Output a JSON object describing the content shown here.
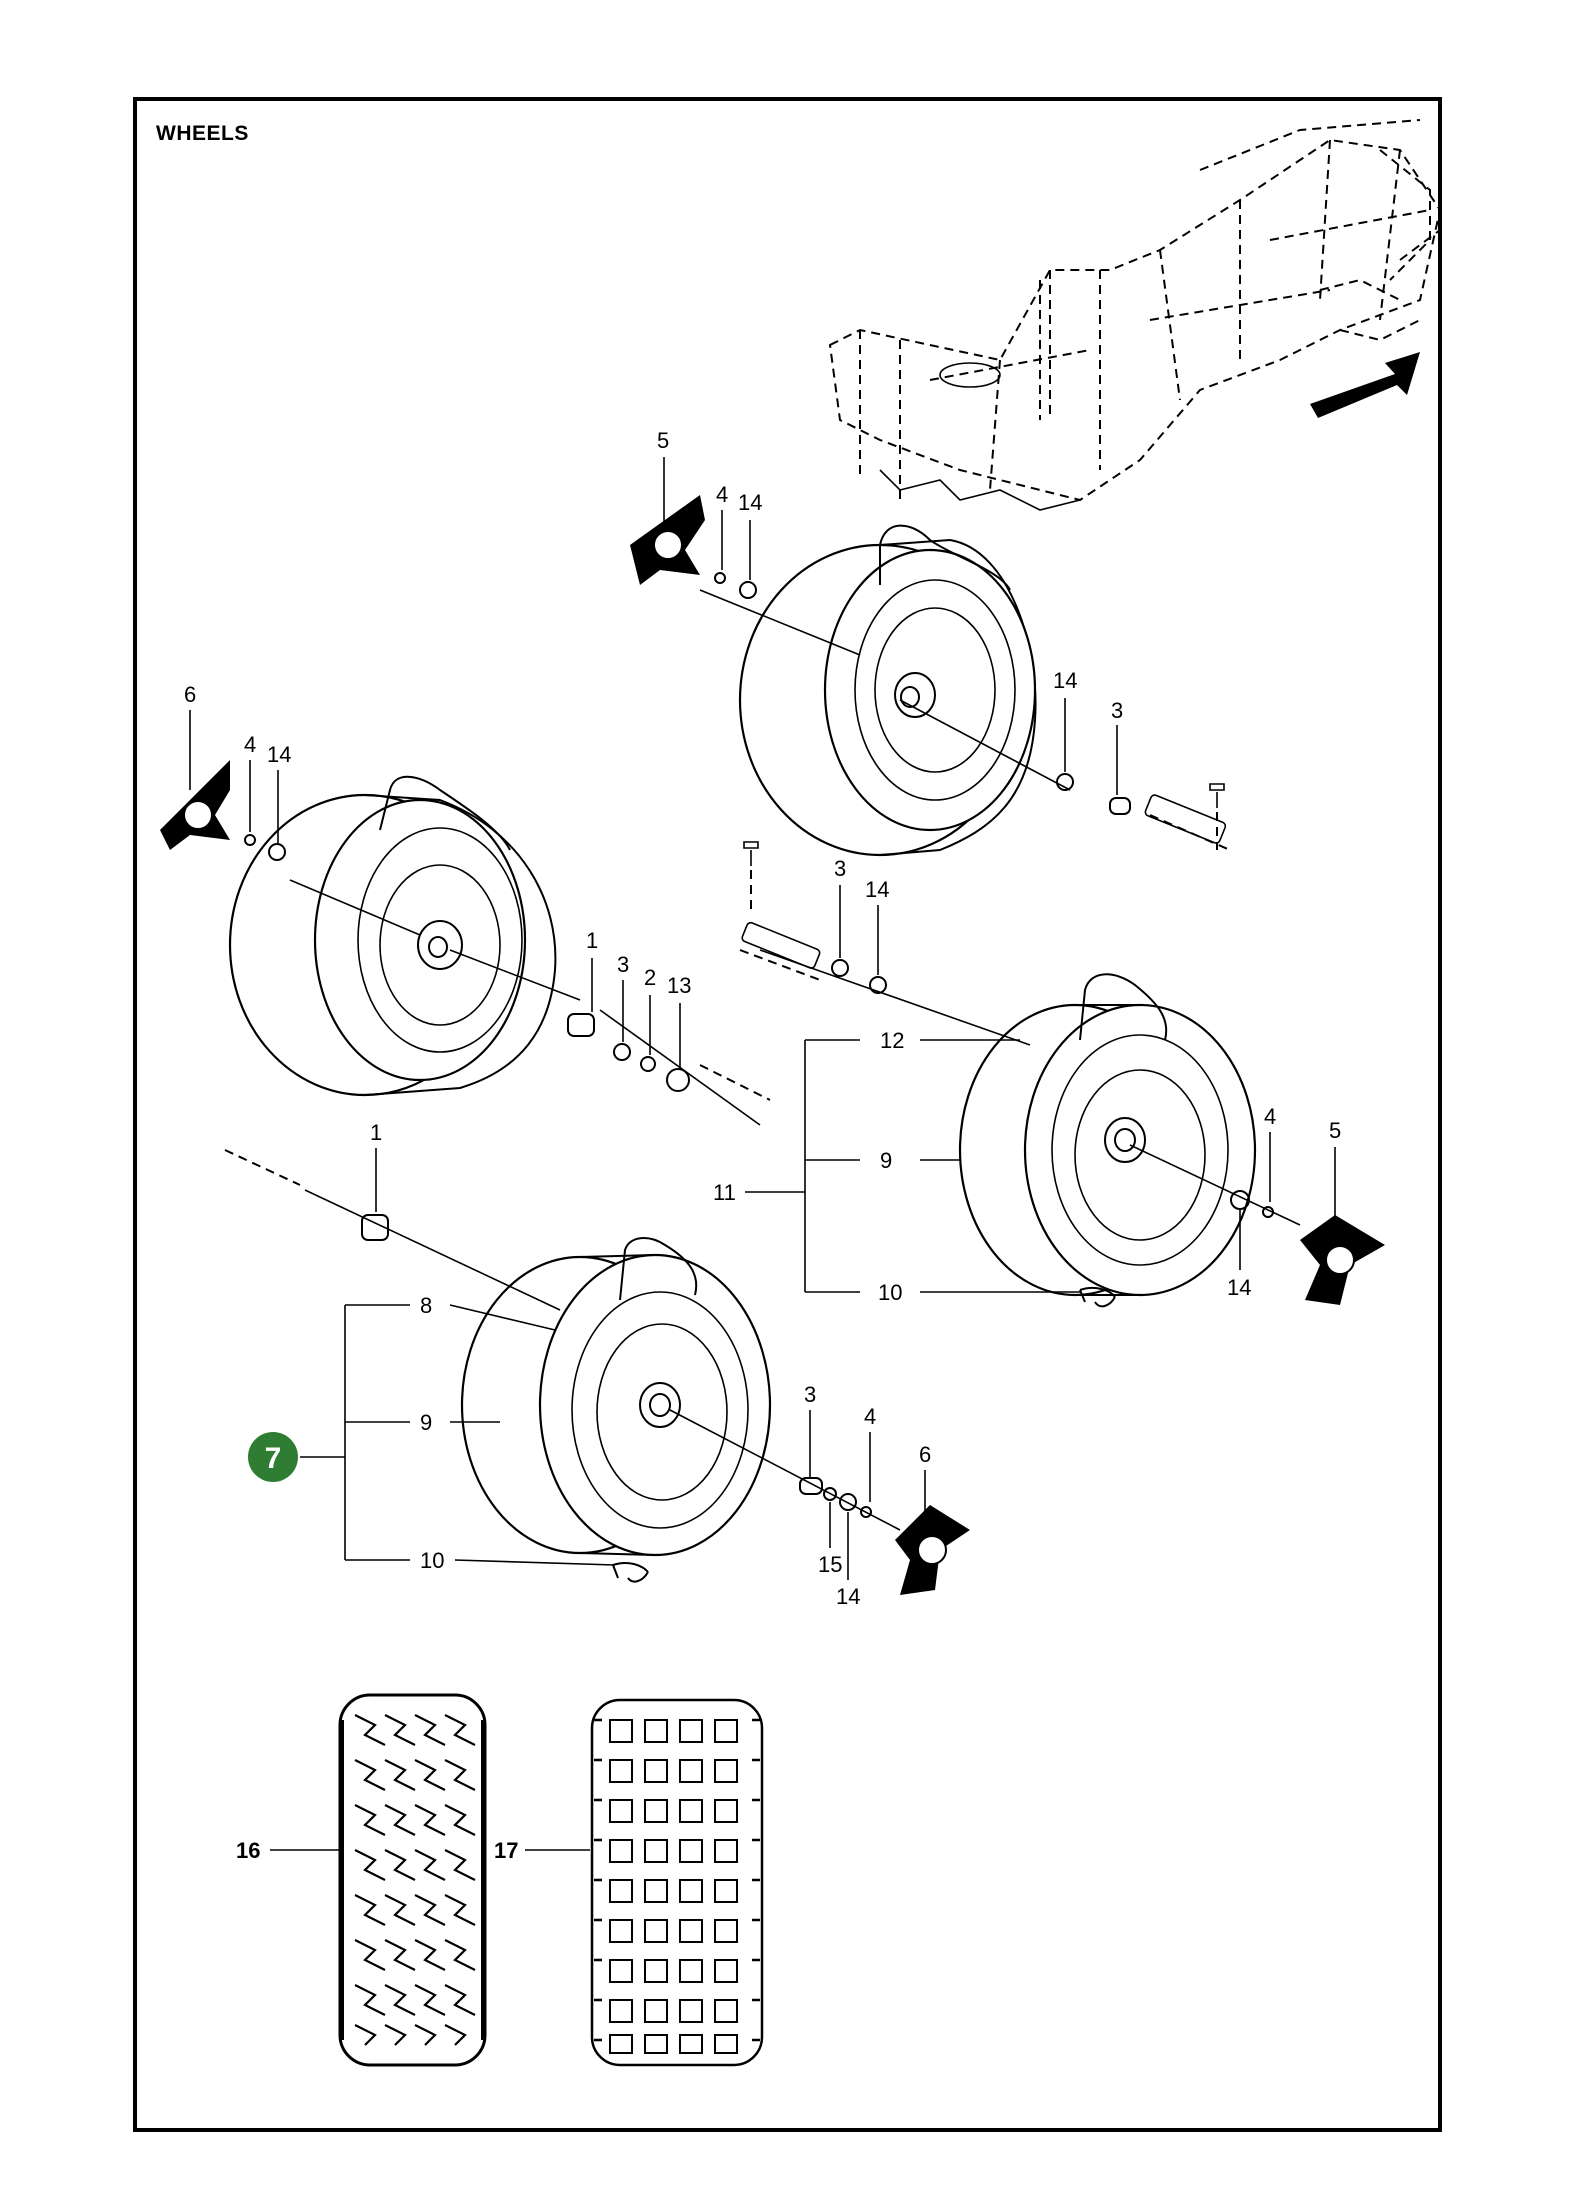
{
  "title": "WHEELS",
  "callouts": {
    "c5_top": "5",
    "c4_top": "4",
    "c14_top": "14",
    "c14_topr": "14",
    "c3_topr": "3",
    "c6_left": "6",
    "c4_left": "4",
    "c14_left": "14",
    "c1_a": "1",
    "c3_a": "3",
    "c2_a": "2",
    "c13_a": "13",
    "c3_mid": "3",
    "c14_mid": "14",
    "c12": "12",
    "c11": "11",
    "c9_r": "9",
    "c10_r": "10",
    "c4_r": "4",
    "c5_r": "5",
    "c14_r": "14",
    "c1_b": "1",
    "c8": "8",
    "c9_l": "9",
    "c10_l": "10",
    "c3_b": "3",
    "c4_b": "4",
    "c6_b": "6",
    "c15": "15",
    "c14_b": "14",
    "c16": "16",
    "c17": "17"
  },
  "badge": {
    "number": "7",
    "color": "#2e7d32"
  },
  "arrow": {
    "icon": "direction-arrow-icon"
  },
  "colors": {
    "line": "#000000",
    "background": "#ffffff"
  }
}
